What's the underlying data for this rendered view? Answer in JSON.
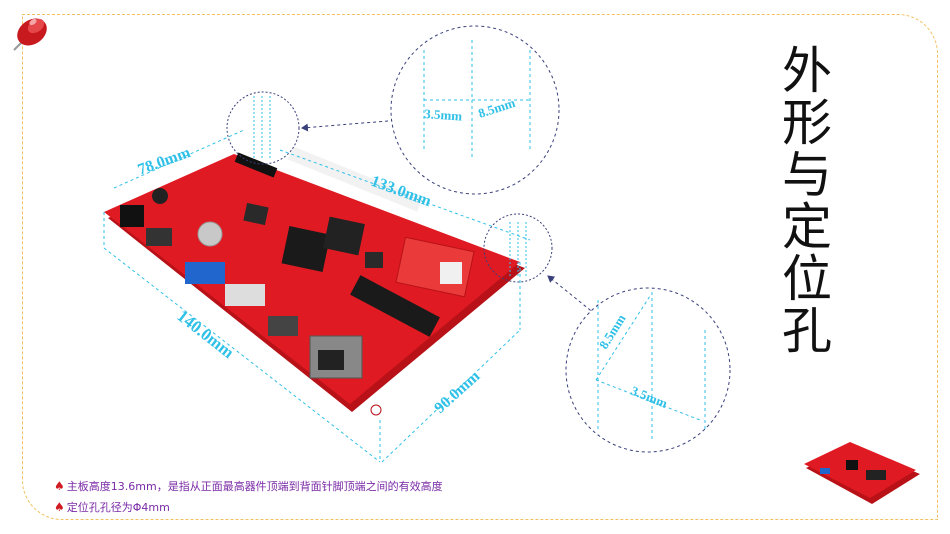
{
  "title": "外形与定位孔",
  "dimensions": {
    "top_short": "78.0mm",
    "top_long": "133.0mm",
    "side_long": "140.0mm",
    "side_short": "90.0mm"
  },
  "callout_top": {
    "left": "3.5mm",
    "right": "8.5mm"
  },
  "callout_right": {
    "vertical": "8.5mm",
    "horizontal": "3.5mm"
  },
  "notes": [
    "主板高度13.6mm，是指从正面最高器件顶端到背面针脚顶端之间的有效高度",
    "定位孔孔径为Φ4mm"
  ],
  "note_bullet": "♠",
  "colors": {
    "board": "#e01a22",
    "dimension": "#2fc0e8",
    "frame": "#f2c060",
    "note_text": "#7a2aa6",
    "callout_circle": "#39407a"
  }
}
